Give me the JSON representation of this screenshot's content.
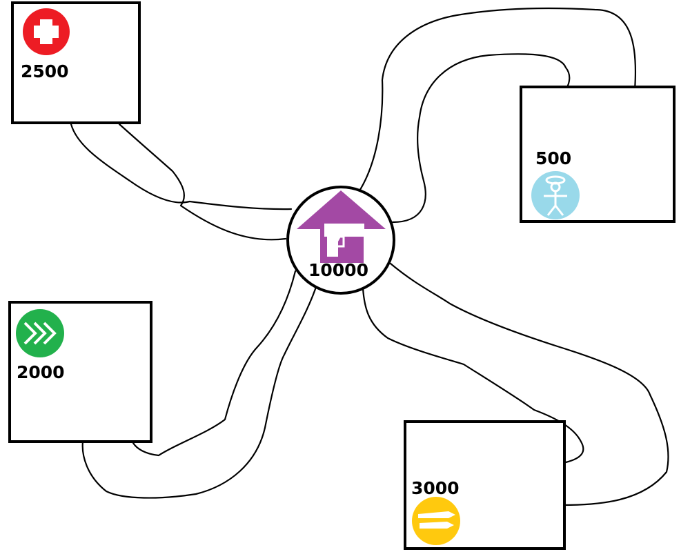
{
  "colors": {
    "line": "#000000",
    "background": "#ffffff",
    "health": "#ed1c24",
    "speed": "#22b14c",
    "ammo": "#ffc90e",
    "spirit": "#99d9ea",
    "base": "#a349a4"
  },
  "hub": {
    "icon": "house-with-gun-icon",
    "value": "10000"
  },
  "nodes": [
    {
      "key": "health",
      "icon": "red-cross-icon",
      "value": "2500"
    },
    {
      "key": "spirit",
      "icon": "angel-stick-figure-icon",
      "value": "500"
    },
    {
      "key": "speed",
      "icon": "triple-chevron-icon",
      "value": "2000"
    },
    {
      "key": "ammo",
      "icon": "bullets-icon",
      "value": "3000"
    }
  ]
}
